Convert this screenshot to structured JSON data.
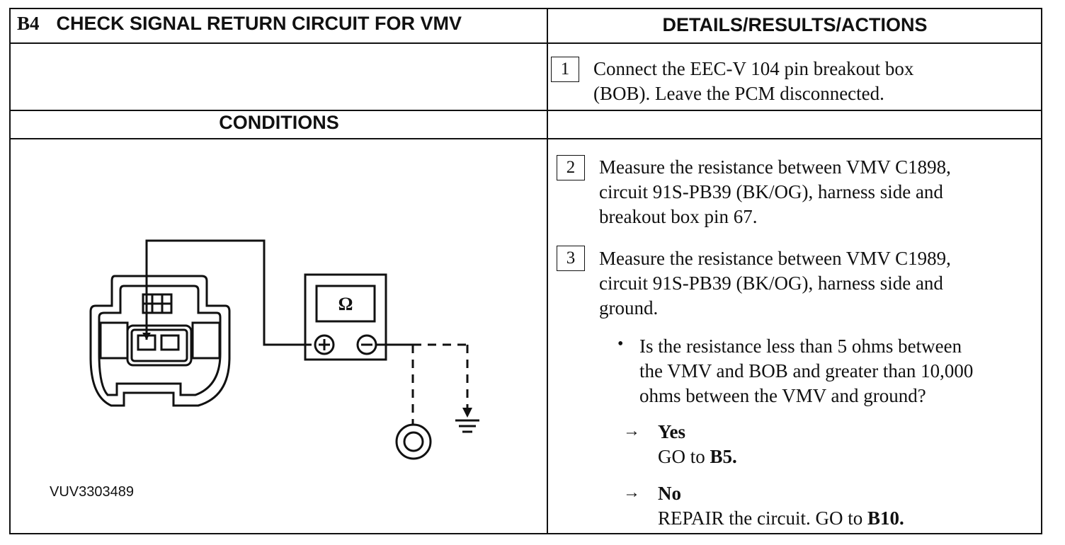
{
  "header": {
    "step_id": "B4",
    "title": "CHECK SIGNAL RETURN CIRCUIT FOR VMV",
    "details_title": "DETAILS/RESULTS/ACTIONS"
  },
  "conditions_label": "CONDITIONS",
  "figure": {
    "id": "VUV3303489",
    "meter_symbol": "Ω",
    "icons": [
      "connector-icon",
      "ohmmeter-icon",
      "positive-terminal-icon",
      "negative-terminal-icon",
      "ground-symbol-icon",
      "circle-ground-icon"
    ]
  },
  "steps": [
    {
      "number": "1",
      "lines": [
        "Connect the EEC-V 104 pin breakout box",
        "(BOB). Leave the PCM disconnected."
      ]
    },
    {
      "number": "2",
      "lines": [
        "Measure the resistance between VMV C1898,",
        "circuit 91S-PB39 (BK/OG), harness side and",
        "breakout box pin 67."
      ]
    },
    {
      "number": "3",
      "lines": [
        "Measure the resistance between VMV C1989,",
        "circuit 91S-PB39 (BK/OG), harness side and",
        "ground."
      ]
    }
  ],
  "question": {
    "bullet": "•",
    "lines": [
      "Is the resistance less than 5 ohms between",
      "the VMV and BOB and greater than 10,000",
      "ohms between the VMV and ground?"
    ]
  },
  "results": [
    {
      "arrow": "→",
      "label": "Yes",
      "action_prefix": "GO to ",
      "action_target": "B5",
      "action_suffix": "."
    },
    {
      "arrow": "→",
      "label": "No",
      "action_prefix": "REPAIR the circuit. GO to ",
      "action_target": "B10",
      "action_suffix": "."
    }
  ]
}
